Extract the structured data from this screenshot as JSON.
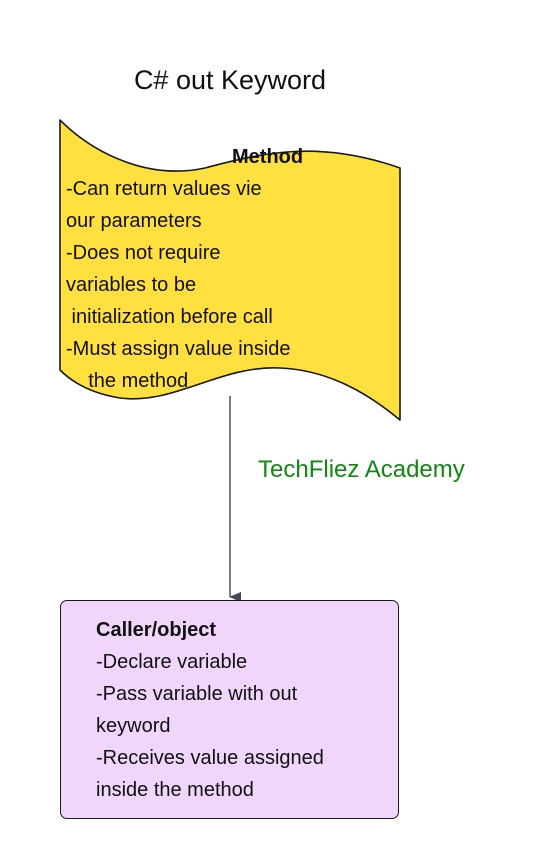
{
  "title": "C# out Keyword",
  "colors": {
    "method_fill": "#ffe03e",
    "caller_fill": "#f0d6fb",
    "watermark": "#118811",
    "stroke": "#1a1a1a",
    "connector": "#444a52"
  },
  "method": {
    "heading": "Method",
    "lines": [
      "-Can return values vie",
      "our parameters",
      "-Does not require",
      "variables to be",
      " initialization before call",
      "-Must assign value inside",
      "    the method"
    ]
  },
  "watermark": "TechFliez Academy",
  "caller": {
    "heading": "Caller/object",
    "lines": [
      "-Declare variable",
      "-Pass variable with out",
      "keyword",
      "-Receives value assigned",
      "inside the method"
    ]
  }
}
